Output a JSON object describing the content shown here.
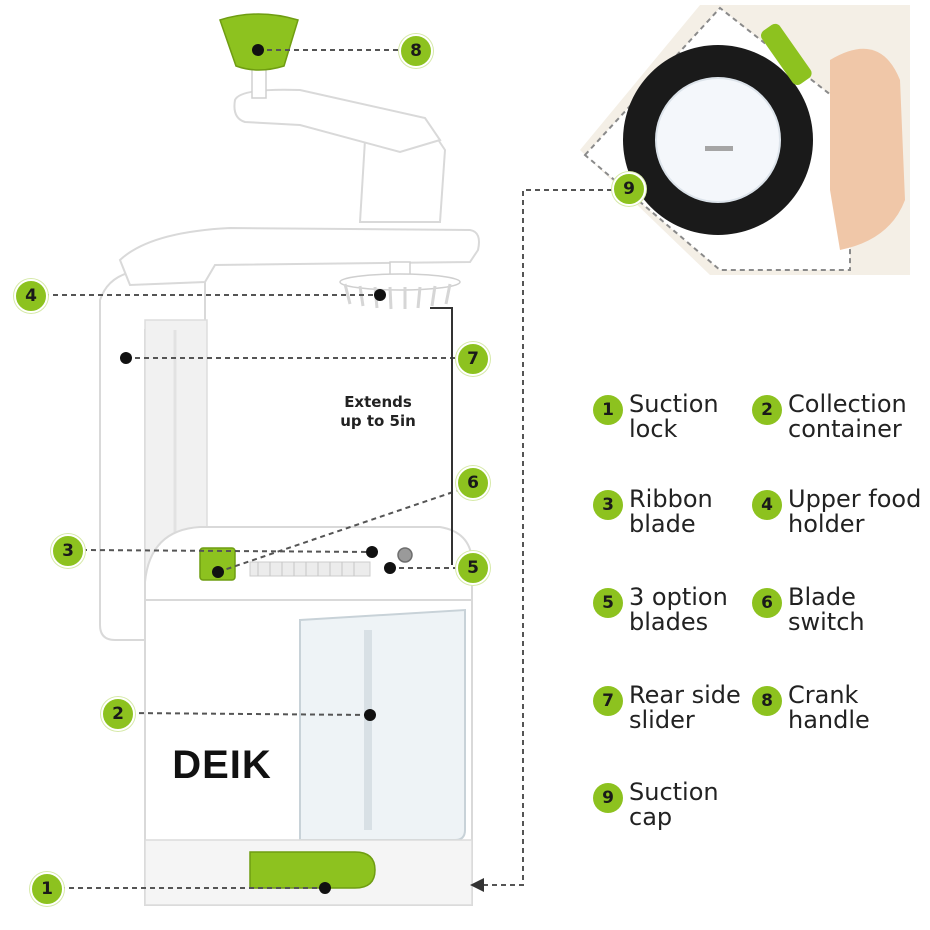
{
  "brand": "DEIK",
  "extends_note": [
    "Extends",
    "up to 5in"
  ],
  "accent_color": "#8dc21f",
  "legend": [
    {
      "num": "1",
      "label": "Suction lock"
    },
    {
      "num": "2",
      "label": "Collection container"
    },
    {
      "num": "3",
      "label": "Ribbon blade"
    },
    {
      "num": "4",
      "label": "Upper food holder"
    },
    {
      "num": "5",
      "label": "3 option blades"
    },
    {
      "num": "6",
      "label": "Blade switch"
    },
    {
      "num": "7",
      "label": "Rear side slider"
    },
    {
      "num": "8",
      "label": "Crank handle"
    },
    {
      "num": "9",
      "label": "Suction cap"
    }
  ],
  "callouts": [
    "1",
    "2",
    "3",
    "4",
    "5",
    "6",
    "7",
    "8",
    "9"
  ]
}
